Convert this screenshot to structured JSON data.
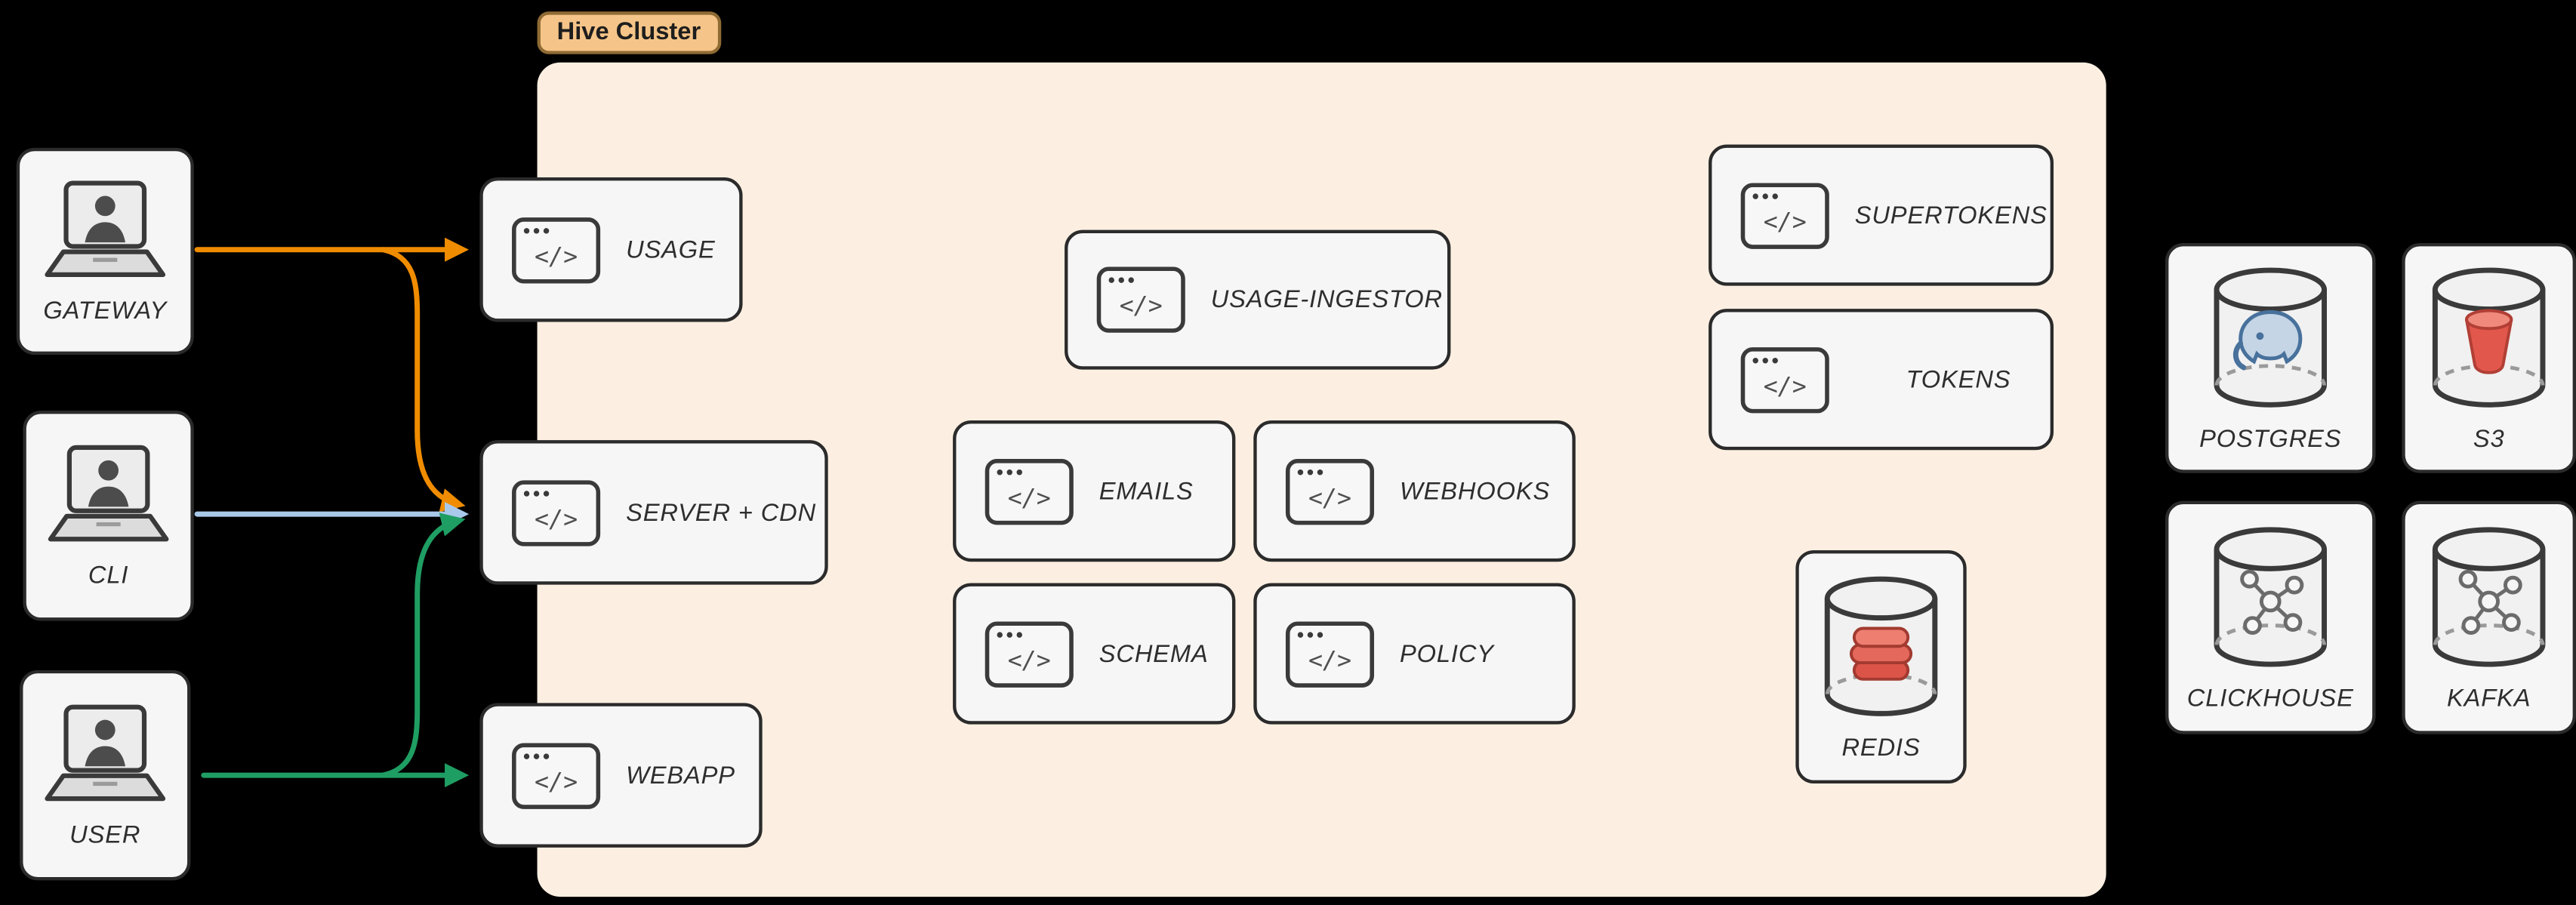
{
  "cluster": {
    "badge_label": "Hive Cluster"
  },
  "clients": [
    {
      "id": "gateway",
      "label": "GATEWAY"
    },
    {
      "id": "cli",
      "label": "CLI"
    },
    {
      "id": "user",
      "label": "USER"
    }
  ],
  "services": [
    {
      "id": "usage",
      "label": "USAGE"
    },
    {
      "id": "server-cdn",
      "label": "SERVER + CDN"
    },
    {
      "id": "webapp",
      "label": "WEBAPP"
    },
    {
      "id": "usage-ingestor",
      "label": "USAGE-INGESTOR"
    },
    {
      "id": "emails",
      "label": "EMAILS"
    },
    {
      "id": "webhooks",
      "label": "WEBHOOKS"
    },
    {
      "id": "schema",
      "label": "SCHEMA"
    },
    {
      "id": "policy",
      "label": "POLICY"
    },
    {
      "id": "supertokens",
      "label": "SUPERTOKENS"
    },
    {
      "id": "tokens",
      "label": "TOKENS"
    },
    {
      "id": "redis",
      "label": "REDIS"
    }
  ],
  "datastores": [
    {
      "id": "postgres",
      "label": "POSTGRES"
    },
    {
      "id": "s3",
      "label": "S3"
    },
    {
      "id": "clickhouse",
      "label": "CLICKHOUSE"
    },
    {
      "id": "kafka",
      "label": "KAFKA"
    }
  ],
  "edges": [
    {
      "from": "GATEWAY",
      "to": "USAGE",
      "color": "#f08c00"
    },
    {
      "from": "GATEWAY",
      "to": "SERVER + CDN",
      "color": "#f08c00"
    },
    {
      "from": "CLI",
      "to": "SERVER + CDN",
      "color": "#a9c9ea"
    },
    {
      "from": "USER",
      "to": "SERVER + CDN",
      "color": "#1f9e63"
    },
    {
      "from": "USER",
      "to": "WEBAPP",
      "color": "#1f9e63"
    }
  ],
  "icons": {
    "code_glyph": "</>",
    "client_icon": "laptop-user-icon",
    "service_icon": "code-window-icon",
    "redis_icon": "redis-database-icon",
    "postgres_icon": "postgres-database-icon",
    "s3_icon": "s3-bucket-database-icon",
    "clickhouse_icon": "clickhouse-database-icon",
    "kafka_icon": "kafka-database-icon"
  },
  "colors": {
    "background": "#000000",
    "cluster_fill": "#fcefe2",
    "badge_fill": "#f5c488",
    "node_fill": "#f6f6f6",
    "node_border": "#2b2b2b",
    "edge_orange": "#f08c00",
    "edge_blue": "#a9c9ea",
    "edge_green": "#1f9e63"
  }
}
